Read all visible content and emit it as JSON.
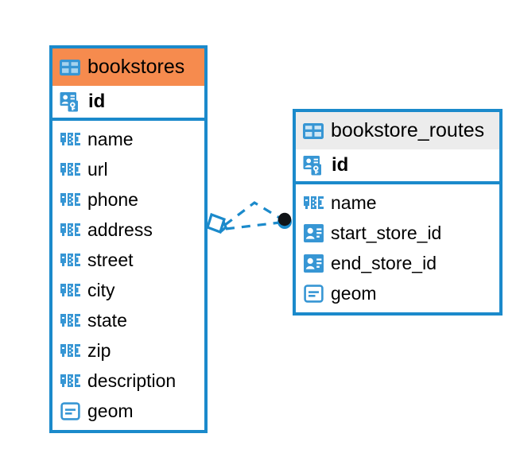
{
  "diagram": {
    "type": "entity-relationship-diagram",
    "background": "#ffffff",
    "colors": {
      "border": "#1b8acb",
      "accent_header": "#f68b4e",
      "plain_header": "#ececec",
      "icon_blue": "#3796d4",
      "text": "#000000",
      "relationship_line": "#1b8acb",
      "endpoint_fill": "#111111"
    }
  },
  "entities": [
    {
      "id": "bookstores",
      "name": "bookstores",
      "header_style": "accent",
      "primary_key": {
        "name": "id",
        "icon": "primary-key-icon"
      },
      "fields": [
        {
          "name": "name",
          "icon": "abc-text-icon"
        },
        {
          "name": "url",
          "icon": "abc-text-icon"
        },
        {
          "name": "phone",
          "icon": "abc-text-icon"
        },
        {
          "name": "address",
          "icon": "abc-text-icon"
        },
        {
          "name": "street",
          "icon": "abc-text-icon"
        },
        {
          "name": "city",
          "icon": "abc-text-icon"
        },
        {
          "name": "state",
          "icon": "abc-text-icon"
        },
        {
          "name": "zip",
          "icon": "abc-text-icon"
        },
        {
          "name": "description",
          "icon": "abc-text-icon"
        },
        {
          "name": "geom",
          "icon": "geometry-icon"
        }
      ]
    },
    {
      "id": "bookstore_routes",
      "name": "bookstore_routes",
      "header_style": "plain",
      "primary_key": {
        "name": "id",
        "icon": "primary-key-icon"
      },
      "fields": [
        {
          "name": "name",
          "icon": "abc-text-icon"
        },
        {
          "name": "start_store_id",
          "icon": "foreign-key-icon"
        },
        {
          "name": "end_store_id",
          "icon": "foreign-key-icon"
        },
        {
          "name": "geom",
          "icon": "geometry-icon"
        }
      ]
    }
  ],
  "relationship": {
    "from": "bookstores",
    "to": "bookstore_routes",
    "line_style": "dashed",
    "source_marker": "diamond-crowsfoot-marker",
    "target_marker": "filled-circle-marker"
  }
}
